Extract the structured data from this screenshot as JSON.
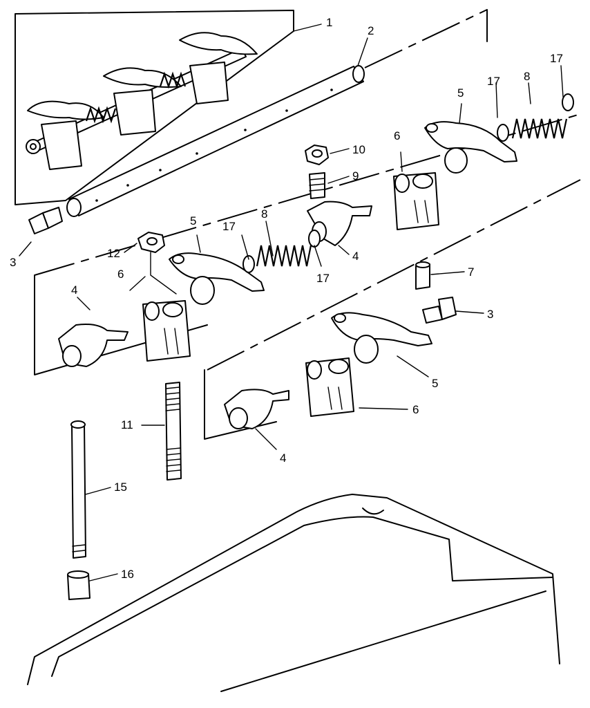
{
  "callouts": [
    {
      "id": "c1",
      "label": "1"
    },
    {
      "id": "c2",
      "label": "2"
    },
    {
      "id": "c3a",
      "label": "3"
    },
    {
      "id": "c3b",
      "label": "3"
    },
    {
      "id": "c4a",
      "label": "4"
    },
    {
      "id": "c4b",
      "label": "4"
    },
    {
      "id": "c4c",
      "label": "4"
    },
    {
      "id": "c5a",
      "label": "5"
    },
    {
      "id": "c5b",
      "label": "5"
    },
    {
      "id": "c5c",
      "label": "5"
    },
    {
      "id": "c6a",
      "label": "6"
    },
    {
      "id": "c6b",
      "label": "6"
    },
    {
      "id": "c6c",
      "label": "6"
    },
    {
      "id": "c7",
      "label": "7"
    },
    {
      "id": "c8a",
      "label": "8"
    },
    {
      "id": "c8b",
      "label": "8"
    },
    {
      "id": "c9",
      "label": "9"
    },
    {
      "id": "c10",
      "label": "10"
    },
    {
      "id": "c11",
      "label": "11"
    },
    {
      "id": "c12",
      "label": "12"
    },
    {
      "id": "c15",
      "label": "15"
    },
    {
      "id": "c16",
      "label": "16"
    },
    {
      "id": "c17a",
      "label": "17"
    },
    {
      "id": "c17b",
      "label": "17"
    },
    {
      "id": "c17c",
      "label": "17"
    },
    {
      "id": "c17d",
      "label": "17"
    }
  ]
}
